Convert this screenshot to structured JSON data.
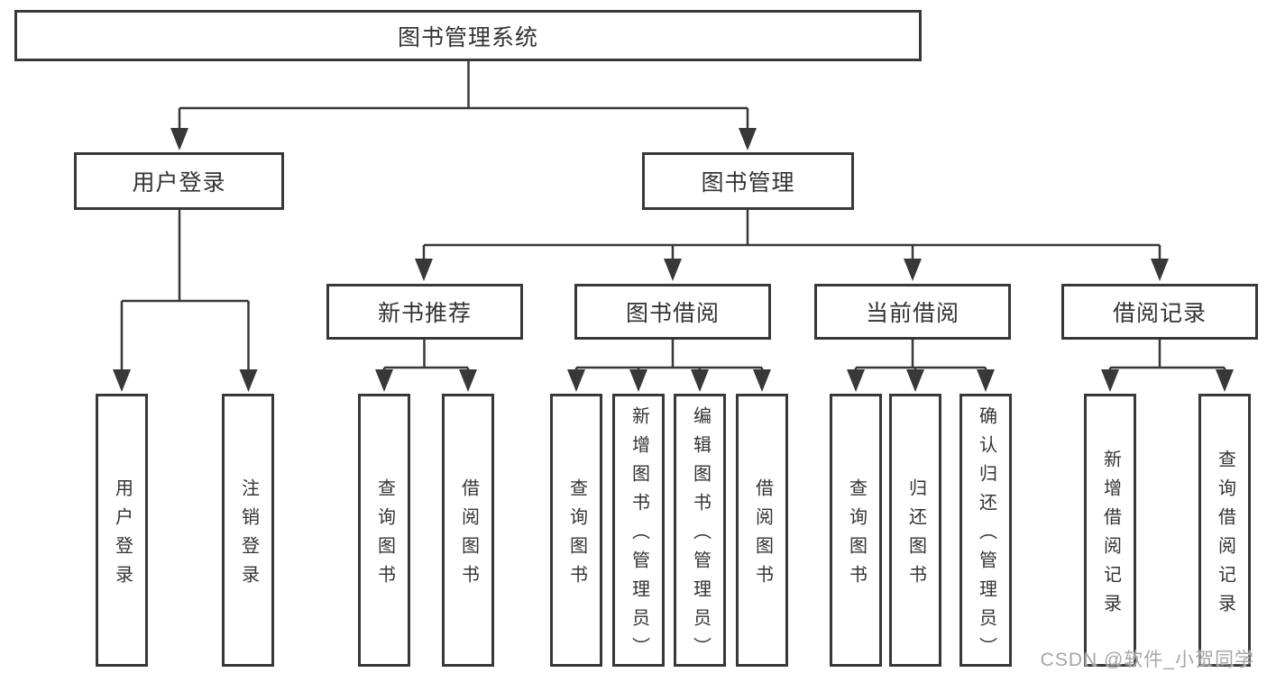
{
  "root": {
    "label": "图书管理系统"
  },
  "level2": [
    {
      "label": "用户登录"
    },
    {
      "label": "图书管理"
    }
  ],
  "level3": [
    {
      "label": "新书推荐"
    },
    {
      "label": "图书借阅"
    },
    {
      "label": "当前借阅"
    },
    {
      "label": "借阅记录"
    }
  ],
  "leaves": {
    "user_login": [
      "用户登录",
      "注销登录"
    ],
    "new_book_recommend": [
      "查询图书",
      "借阅图书"
    ],
    "book_borrow": [
      "查询图书",
      "新增图书（管理员）",
      "编辑图书（管理员）",
      "借阅图书"
    ],
    "current_borrow": [
      "查询图书",
      "归还图书",
      "确认归还（管理员）"
    ],
    "borrow_record": [
      "新增借阅记录",
      "查询借阅记录"
    ]
  },
  "watermark": "CSDN @软件_小贺同学",
  "colors": {
    "line": "#383838",
    "text": "#333333",
    "watermark": "#9e9e9e",
    "background": "#ffffff"
  }
}
